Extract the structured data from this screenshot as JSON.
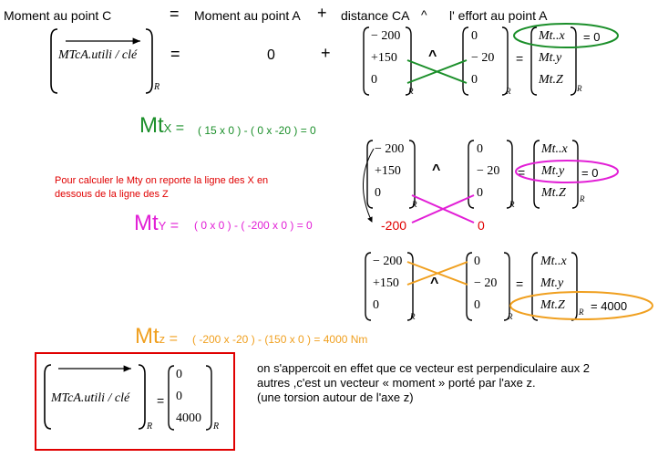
{
  "header": {
    "moment_c": "Moment au point C",
    "eq": "=",
    "moment_a": "Moment au point A",
    "plus": "+",
    "distance_ca": "distance CA",
    "wedge": "^",
    "effort_a": "l' effort au point A"
  },
  "row1": {
    "mtc_label": "MTcA.utili / clé",
    "sub_r": "R",
    "eq": "=",
    "zero": "0",
    "plus": "+",
    "vec_ca": [
      "− 200",
      "+150",
      "0"
    ],
    "wedge": "^",
    "vec_f": [
      "0",
      "− 20",
      "0"
    ],
    "eq2": "=",
    "vec_mt": [
      "Mt..x",
      "Mt.y",
      "Mt.Z"
    ],
    "result_x": "= 0"
  },
  "mtx": {
    "big": "Mt",
    "sub": "X",
    "eq": "=",
    "formula": "( 15 x 0 ) - ( 0 x  -20 ) = 0"
  },
  "note": {
    "line1": "Pour calculer le Mty on reporte la ligne des X en",
    "line2": "dessous de la ligne des Z"
  },
  "row2": {
    "vec_ca": [
      "− 200",
      "+150",
      "0"
    ],
    "wedge": "^",
    "vec_f": [
      "0",
      "− 20",
      "0"
    ],
    "eq": "=",
    "vec_mt": [
      "Mt..x",
      "Mt.y",
      "Mt.Z"
    ],
    "result_y": "= 0",
    "extra_left": "-200",
    "extra_right": "0"
  },
  "mty": {
    "big": "Mt",
    "sub": "Y",
    "eq": "=",
    "formula": "( 0 x 0 ) - ( -200 x  0 ) = 0"
  },
  "row3": {
    "vec_ca": [
      "− 200",
      "+150",
      "0"
    ],
    "wedge": "^",
    "vec_f": [
      "0",
      "− 20",
      "0"
    ],
    "eq": "=",
    "vec_mt": [
      "Mt..x",
      "Mt.y",
      "Mt.Z"
    ],
    "result_z": "= 4000"
  },
  "mtz": {
    "big": "Mt",
    "sub": "z",
    "eq": "=",
    "formula": "( -200 x -20 ) - (150 x 0 )  = 4000 Nm"
  },
  "final": {
    "mtc_label": "MTcA.utili / clé",
    "eq": "=",
    "vec": [
      "0",
      "0",
      "4000"
    ],
    "sub_r": "R"
  },
  "conclusion": {
    "line1": "on s'appercoit en effet que ce vecteur est perpendiculaire aux 2",
    "line2": "autres ,c'est un vecteur « moment » porté par l'axe z.",
    "line3": "(une torsion autour de l'axe z)"
  },
  "colors": {
    "green": "#1b8f2a",
    "magenta": "#e21fd6",
    "orange": "#f0a020",
    "red": "#e00000"
  }
}
